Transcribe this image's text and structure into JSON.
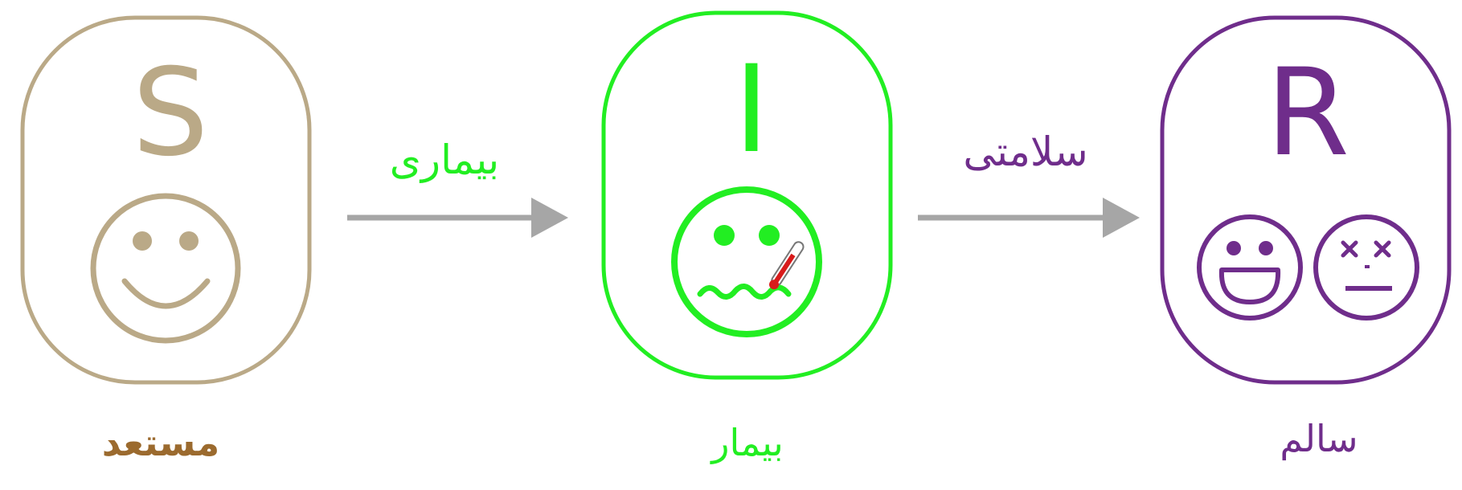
{
  "colors": {
    "susceptible": "#baa987",
    "susceptible_label": "#9b6a2e",
    "infected": "#22ee22",
    "recovered": "#6f2d8b",
    "arrow": "#a6a6a6",
    "thermometer_fill": "#d81b1b"
  },
  "states": {
    "s": {
      "letter": "S",
      "label": "مستعد",
      "icon": "smile-face-icon"
    },
    "i": {
      "letter": "I",
      "label": "بیمار",
      "icon": "sick-face-thermometer-icon"
    },
    "r": {
      "letter": "R",
      "label": "سالم",
      "icons": [
        "grin-face-icon",
        "dead-face-icon"
      ]
    }
  },
  "transitions": {
    "infection": {
      "label": "بیماری",
      "icon": "arrow-right-icon"
    },
    "recovery": {
      "label": "سلامتی",
      "icon": "arrow-right-icon"
    }
  }
}
